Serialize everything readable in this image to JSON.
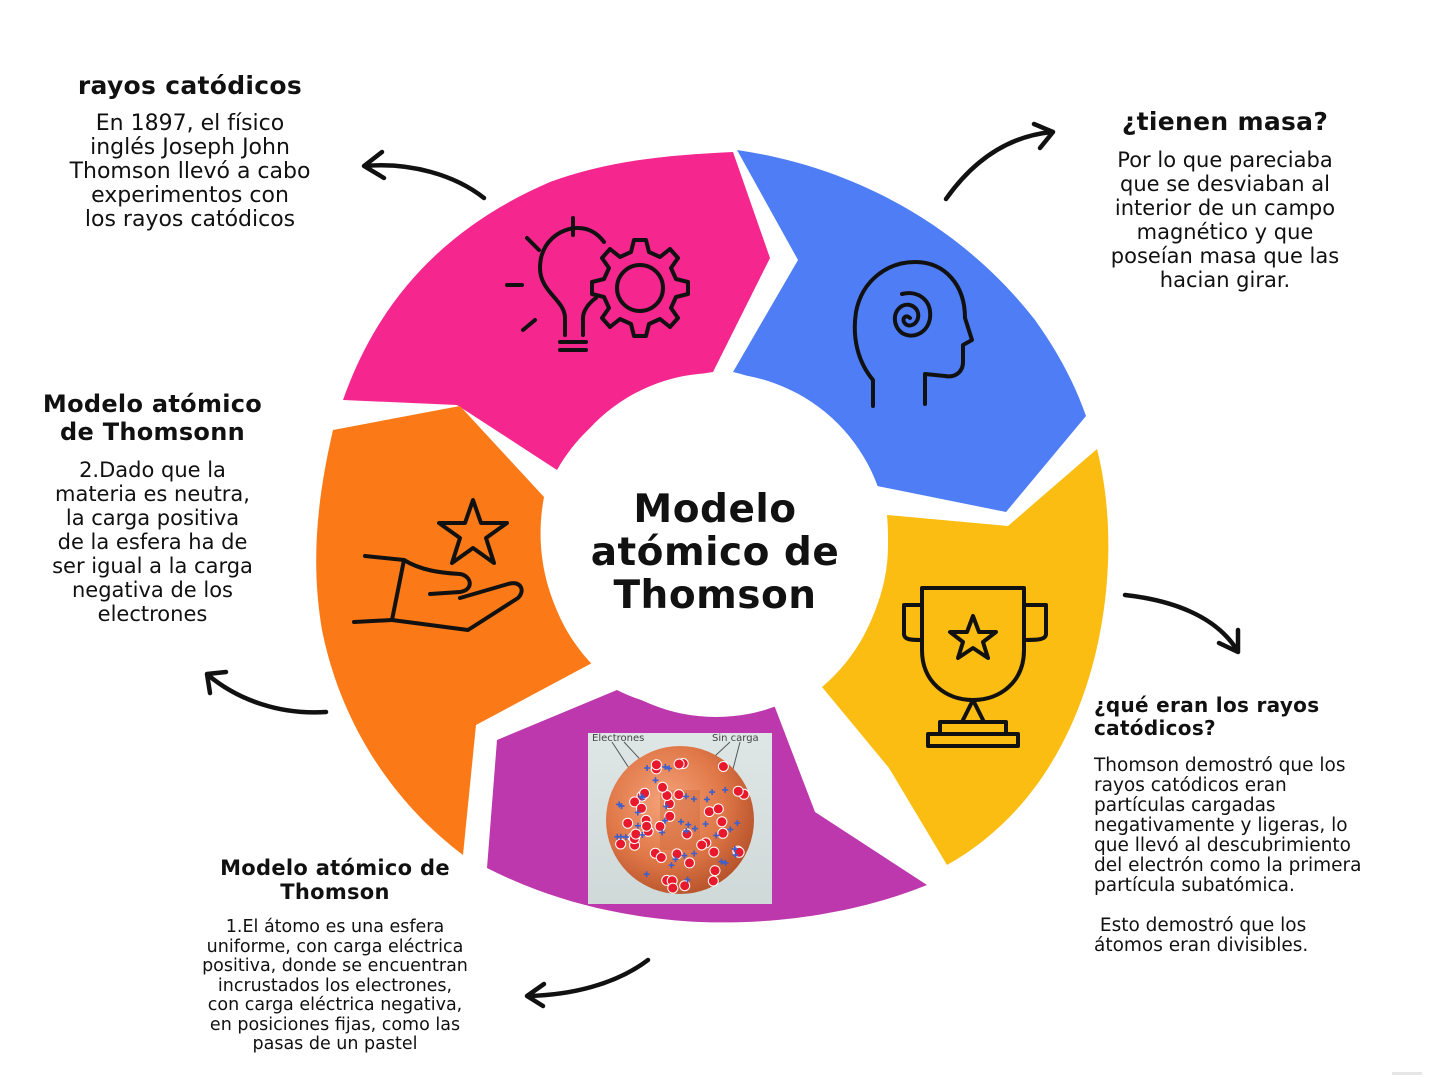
{
  "center": {
    "lines": [
      "Modelo",
      "atómico de",
      "Thomson"
    ]
  },
  "blocks": {
    "rayos": {
      "title": "rayos catódicos",
      "lines": [
        "En 1897, el físico",
        "inglés Joseph John",
        "Thomson llevó a cabo",
        "experimentos con",
        "los rayos catódicos"
      ]
    },
    "masa": {
      "title": "¿tienen masa?",
      "lines": [
        "Por lo que pareciaba",
        "que se desviaban al",
        "interior de un campo",
        "magnético y que",
        "poseían masa que las",
        "hacian girar."
      ]
    },
    "modelo2": {
      "title_lines": [
        "Modelo atómico",
        "de Thomsonn"
      ],
      "lines": [
        "2.Dado que la",
        "materia es neutra,",
        "la carga positiva",
        "de la esfera ha de",
        "ser igual a la carga",
        "negativa de los",
        "electrones"
      ]
    },
    "que": {
      "title_lines": [
        "¿qué eran los rayos",
        "catódicos?"
      ],
      "lines": [
        "Thomson demostró que los",
        "rayos catódicos eran",
        "partículas cargadas",
        "negativamente y ligeras, lo",
        "que llevó al descubrimiento",
        "del electrón como la primera",
        "partícula subatómica."
      ],
      "lines2": [
        "Esto demostró que los",
        "átomos eran divisibles."
      ]
    },
    "modelo1": {
      "title_lines": [
        "Modelo atómico de",
        "Thomson"
      ],
      "lines": [
        "1.El átomo es una esfera",
        "uniforme, con carga eléctrica",
        "positiva, donde se encuentran",
        "incrustados los electrones,",
        "con carga eléctrica negativa,",
        "en posiciones fijas, como las",
        "pasas de un pastel"
      ]
    }
  },
  "photo": {
    "labels": [
      "Electrones",
      "Sin carga"
    ]
  },
  "colors": {
    "pink": "#f5278f",
    "blue": "#4e7df6",
    "yellow": "#fbbd12",
    "purple": "#bd37ad",
    "orange": "#fb7a17",
    "arrow": "#111111",
    "sphere": "#e07848",
    "electron": "#e8192c",
    "proton": "#3a5fcf"
  },
  "icons": {
    "pink": "lightbulb-gear-icon",
    "blue": "head-spiral-icon",
    "yellow": "trophy-star-icon",
    "purple": "atom-model-photo",
    "orange": "hand-star-icon"
  }
}
